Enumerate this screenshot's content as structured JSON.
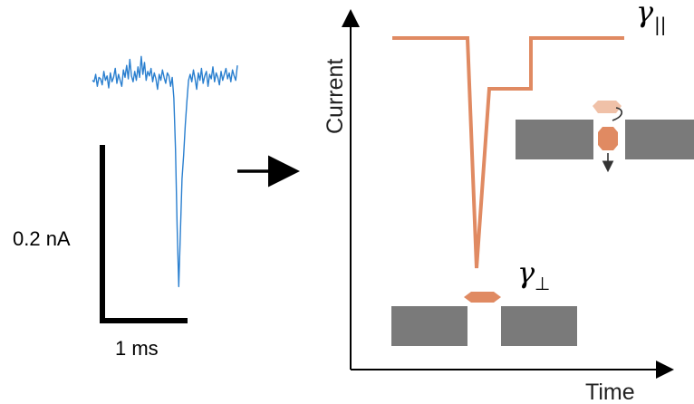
{
  "left_panel": {
    "scale_bar_current": "0.2 nA",
    "scale_bar_time": "1 ms",
    "trace_color": "#2a7fcf",
    "trace_samples": [
      0.1,
      0.05,
      0.3,
      -0.1,
      0.2,
      0.15,
      -0.05,
      0.4,
      0.1,
      0.25,
      -0.15,
      0.35,
      0.05,
      0.2,
      0.5,
      0.0,
      0.3,
      0.1,
      -0.1,
      0.45,
      0.2,
      0.6,
      0.15,
      0.8,
      0.25,
      0.05,
      0.4,
      0.1,
      0.55,
      0.2,
      0.9,
      0.3,
      0.7,
      0.1,
      0.4,
      0.25,
      0.5,
      0.05,
      0.35,
      0.15,
      -0.2,
      0.3,
      0.1,
      0.45,
      0.2,
      0.0,
      0.35,
      0.25,
      -0.1,
      0.2,
      -0.5,
      -2.2,
      -4.8,
      -6.8,
      -5.0,
      -3.2,
      -2.4,
      -1.4,
      -0.6,
      0.1,
      0.3,
      0.05,
      0.45,
      0.15,
      -0.2,
      0.35,
      0.1,
      0.5,
      0.0,
      0.25,
      0.4,
      -0.1,
      0.3,
      0.15,
      0.55,
      0.05,
      0.35,
      0.2,
      -0.05,
      0.4,
      0.1,
      0.3,
      0.5,
      0.15,
      0.35,
      0.05,
      0.45,
      0.25,
      0.1,
      0.6
    ]
  },
  "diagram": {
    "axis_y_label": "Current",
    "axis_x_label": "Time",
    "perp_label_symbol": "γ",
    "perp_label_sub": "⊥",
    "par_label_symbol": "γ",
    "par_label_sub": "||",
    "colors": {
      "trace": "#e08a62",
      "particle": "#e08a62",
      "particle_light": "#f0c1a8",
      "membrane": "#7a7a7a",
      "axis": "#000000"
    }
  }
}
